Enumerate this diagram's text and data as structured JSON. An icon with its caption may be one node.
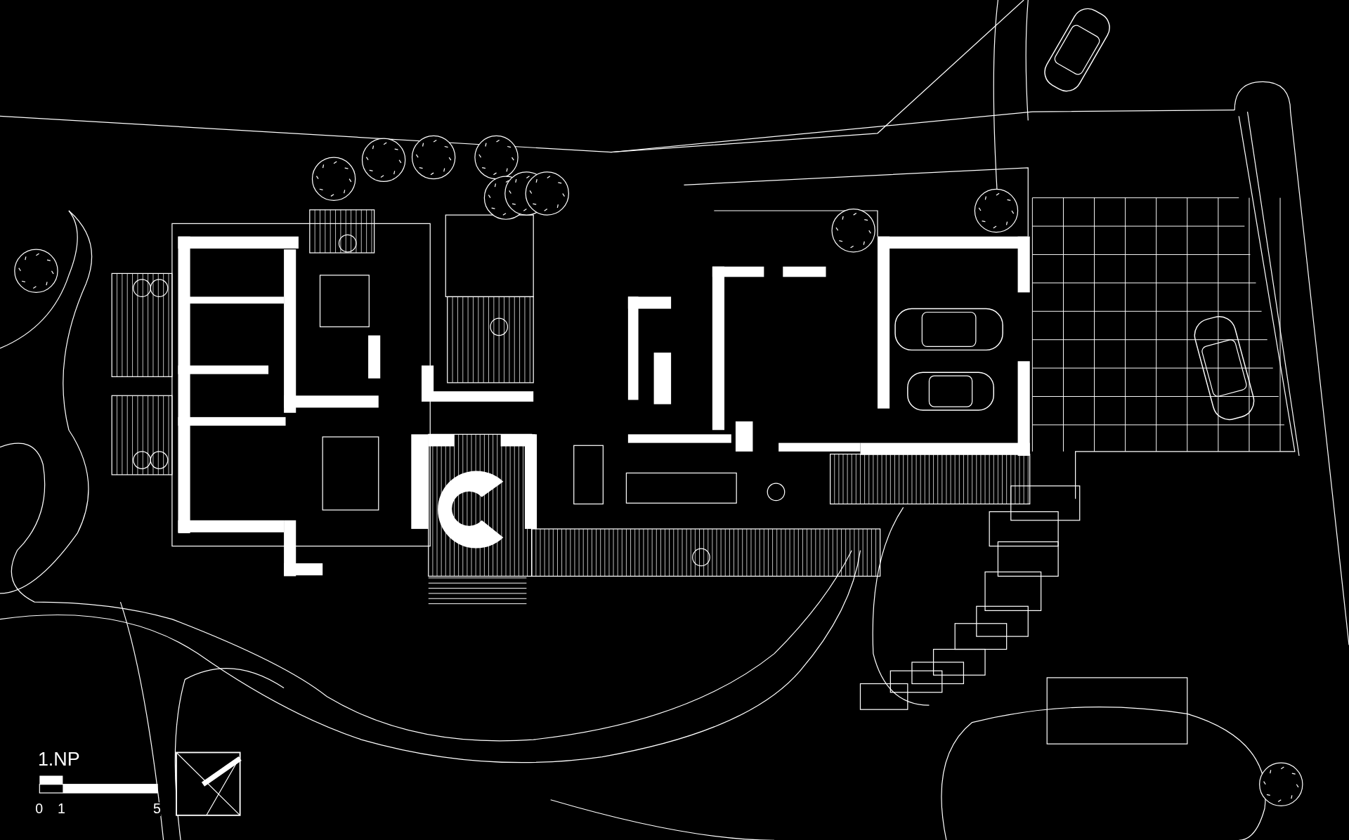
{
  "diagram": {
    "title": "1.NP",
    "labels": [
      "0",
      "1",
      "5"
    ]
  }
}
